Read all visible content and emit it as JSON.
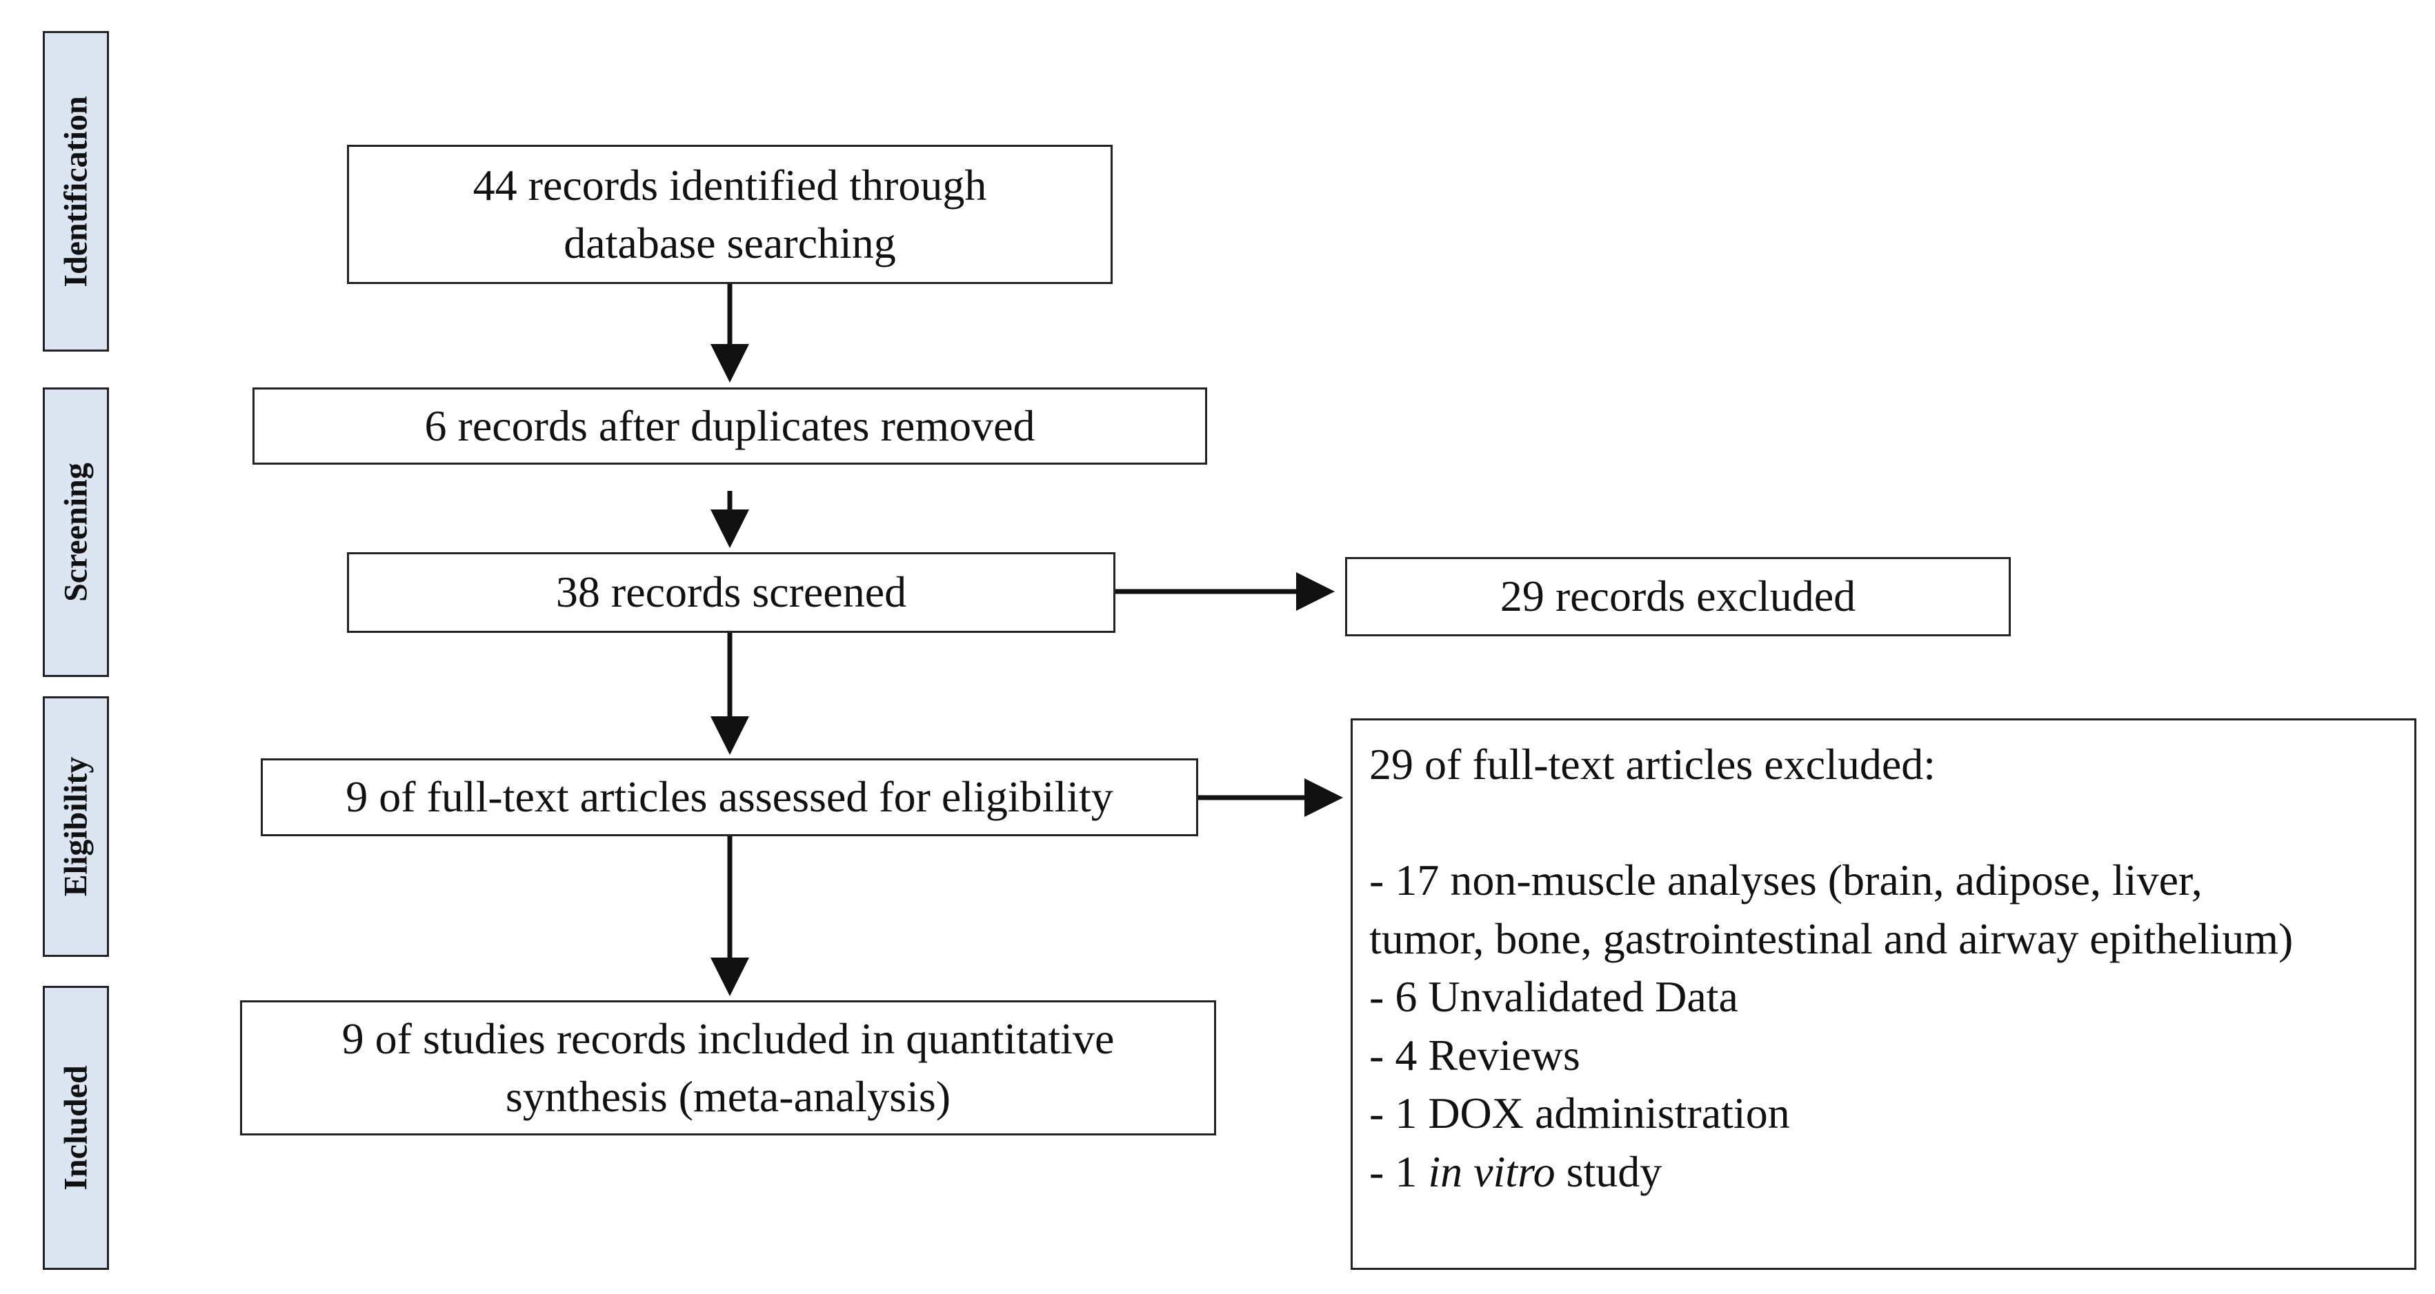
{
  "phases": {
    "identification": "Identification",
    "screening": "Screening",
    "eligibility": "Eligibility",
    "included": "Included"
  },
  "boxes": {
    "identified_line1": "44 records identified through",
    "identified_line2": "database searching",
    "duplicates_removed": "6 records after duplicates removed",
    "screened": "38 records screened",
    "records_excluded": "29 records excluded",
    "eligibility": "9 of full-text articles assessed for eligibility",
    "included_line1": "9 of studies records included in quantitative",
    "included_line2": "synthesis (meta-analysis)"
  },
  "exclusions": {
    "title": "29 of full-text articles excluded:",
    "items": [
      "- 17 non-muscle analyses (brain, adipose, liver,",
      "tumor, bone, gastrointestinal and airway epithelium)",
      "- 6 Unvalidated Data",
      "- 4 Reviews",
      "- 1 DOX administration"
    ],
    "last_item_prefix": "- 1 ",
    "last_item_italic": "in vitro",
    "last_item_suffix": " study"
  }
}
